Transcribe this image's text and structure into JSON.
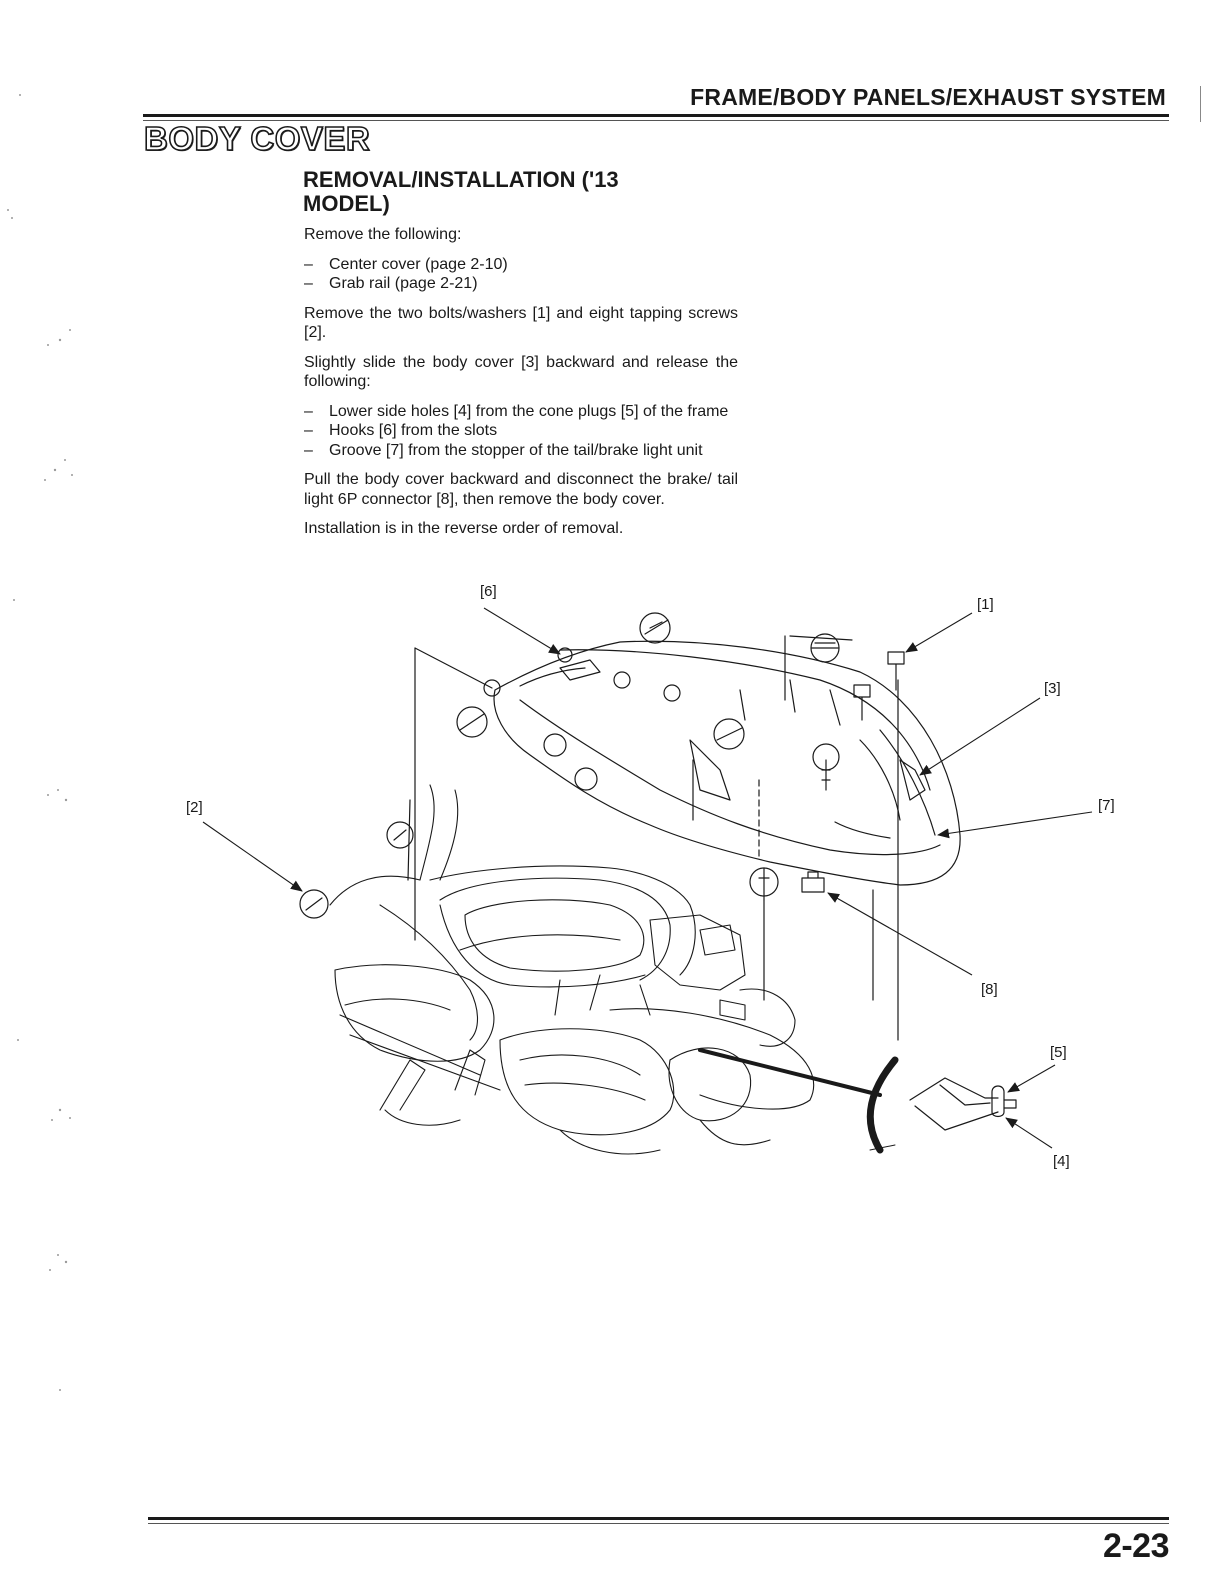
{
  "header": {
    "section": "FRAME/BODY PANELS/EXHAUST SYSTEM"
  },
  "page_title": "BODY COVER",
  "subtitle": {
    "line1": "REMOVAL/INSTALLATION ('13",
    "line2": "MODEL)"
  },
  "steps": {
    "intro": "Remove the following:",
    "remove_list": [
      "Center cover (page 2-10)",
      "Grab rail (page 2-21)"
    ],
    "p_bolts": "Remove the two bolts/washers [1] and eight tapping screws [2].",
    "p_slide": "Slightly slide the body cover [3] backward and release the following:",
    "release_list": [
      "Lower side holes [4] from the cone plugs [5] of the frame",
      "Hooks [6] from the slots",
      "Groove [7] from the stopper of the tail/brake light unit"
    ],
    "p_pull": "Pull the body cover backward and disconnect the brake/ tail light 6P connector [8], then remove the body cover.",
    "p_install": "Installation is in the reverse order of removal."
  },
  "callouts": {
    "c1": "[1]",
    "c2": "[2]",
    "c3": "[3]",
    "c4": "[4]",
    "c5": "[5]",
    "c6": "[6]",
    "c7": "[7]",
    "c8": "[8]"
  },
  "footer": {
    "page_number": "2-23"
  }
}
